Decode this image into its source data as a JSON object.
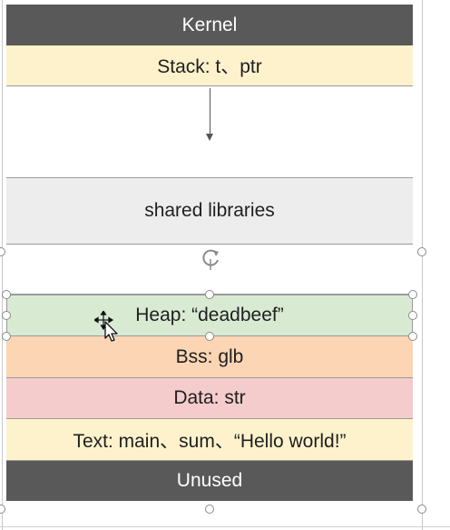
{
  "segments": [
    {
      "id": "kernel",
      "label": "Kernel",
      "color": "#595959"
    },
    {
      "id": "stack",
      "label": "Stack: t、ptr",
      "color": "#fdf2cc"
    },
    {
      "id": "gap1",
      "label": "",
      "color": "#ffffff"
    },
    {
      "id": "shared",
      "label": "shared libraries",
      "color": "#ededed"
    },
    {
      "id": "gap2",
      "label": "",
      "color": "#ffffff"
    },
    {
      "id": "heap",
      "label": "Heap: “deadbeef”",
      "color": "#d9ead3"
    },
    {
      "id": "bss",
      "label": "Bss: glb",
      "color": "#fcd5b4"
    },
    {
      "id": "data",
      "label": "Data: str",
      "color": "#f4cccc"
    },
    {
      "id": "text",
      "label": "Text: main、sum、“Hello world!”",
      "color": "#fdf2cc"
    },
    {
      "id": "unused",
      "label": "Unused",
      "color": "#595959"
    }
  ],
  "icons": {
    "growth_arrow": "arrow-down-icon",
    "rotate_handle": "rotate-icon",
    "cursor": "move-cursor-icon"
  },
  "colors": {
    "border": "#9a9a9a",
    "handle": "#8a8a8a",
    "dark_text": "#ffffff"
  }
}
